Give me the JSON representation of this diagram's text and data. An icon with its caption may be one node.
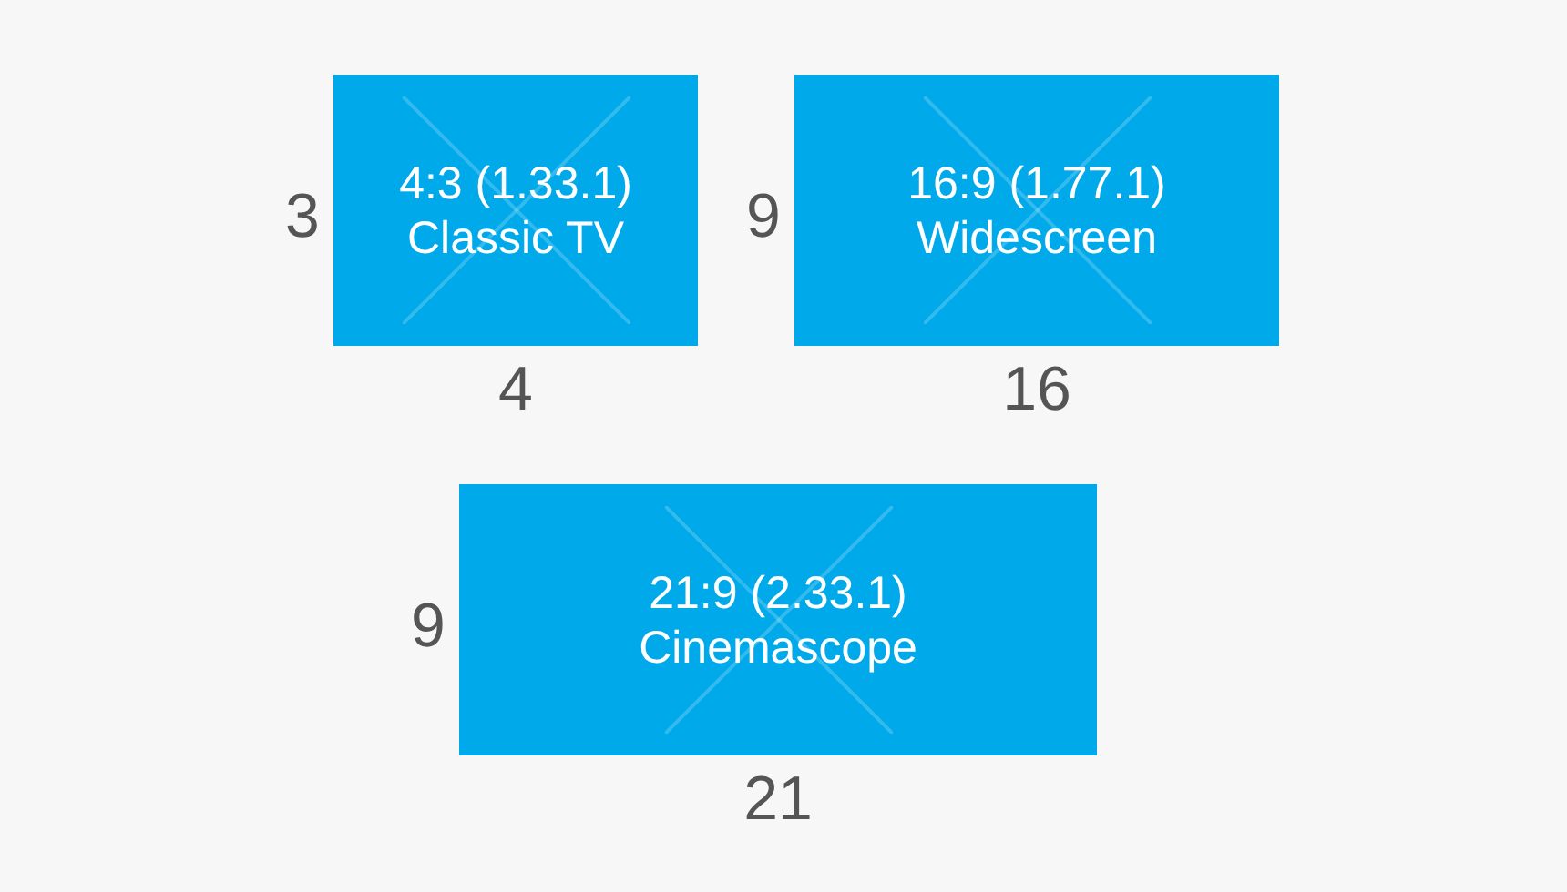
{
  "diagram": {
    "nodes": [
      {
        "text": [
          "4:3 (1.33.1)",
          "Classic TV"
        ],
        "beside": [
          "3",
          "4"
        ]
      },
      {
        "text": [
          "16:9 (1.77.1)",
          "Widescreen"
        ],
        "beside": [
          "9",
          "16"
        ]
      },
      {
        "text": [
          "21:9 (2.33.1)",
          "Cinemascope"
        ],
        "beside": [
          "9",
          "21"
        ]
      }
    ]
  }
}
